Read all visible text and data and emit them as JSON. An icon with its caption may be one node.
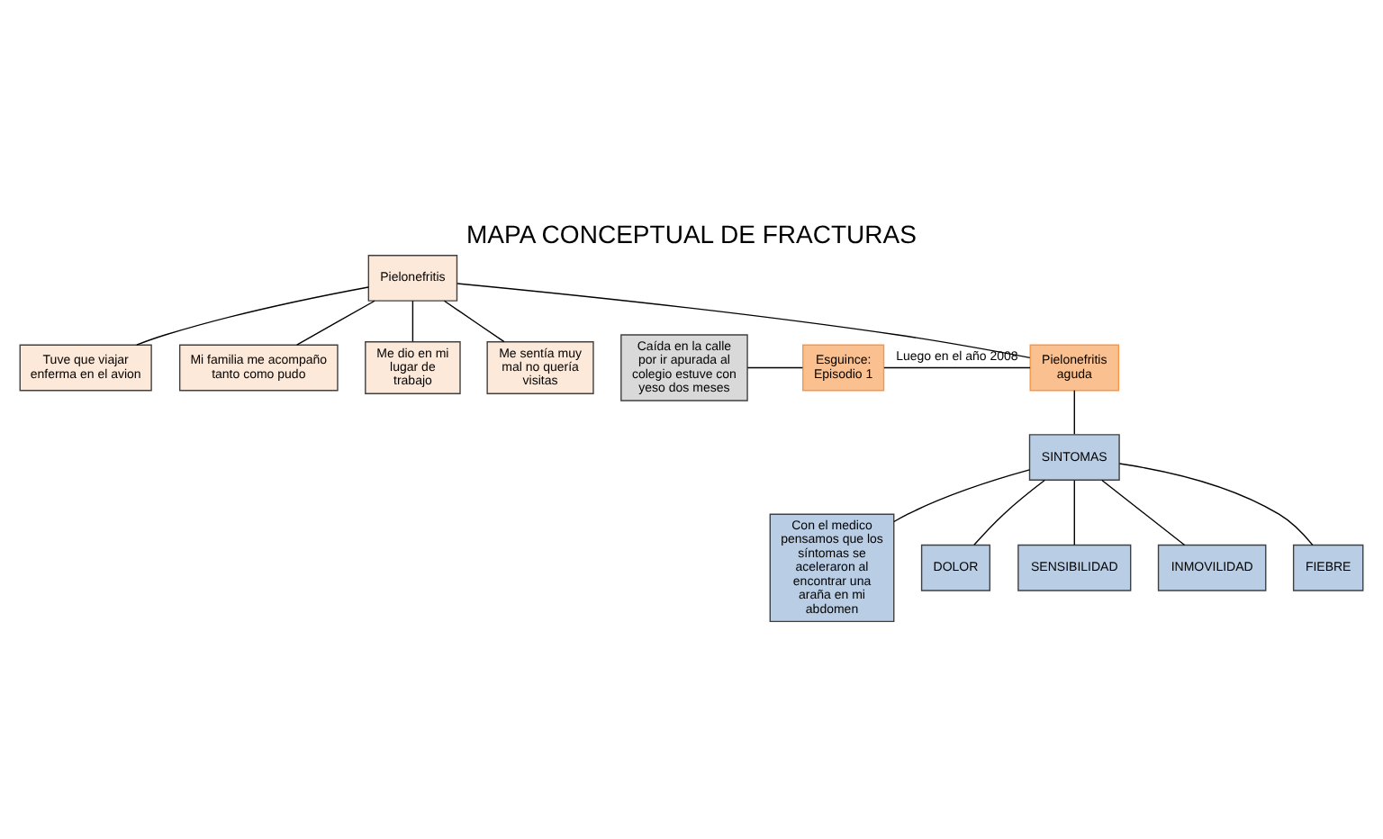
{
  "diagram": {
    "title": "MAPA CONCEPTUAL DE FRACTURAS",
    "nodes": [
      {
        "text": [
          "Tuve que viajar enferma en el avion"
        ]
      },
      {
        "text": [
          "Mi familia me acompaño tanto como pudo"
        ]
      },
      {
        "text": [
          "Me dio en mi lugar de trabajo"
        ]
      },
      {
        "text": [
          "Me sentía muy mal no quería visitas"
        ]
      },
      {
        "text": [
          "Pielonefritis"
        ]
      },
      {
        "text": [
          "Caída en la calle por ir apurada al colegio estuve con yeso dos meses"
        ]
      },
      {
        "text": [
          "Esguince: Episodio 1"
        ]
      },
      {
        "text": [
          "Pielonefritis aguda"
        ]
      },
      {
        "text": [
          "Con el medico pensamos que los síntomas se aceleraron al encontrar una araña en mi abdomen"
        ]
      },
      {
        "text": [
          "SINTOMAS"
        ]
      },
      {
        "text": [
          "DOLOR"
        ]
      },
      {
        "text": [
          "SENSIBILIDAD"
        ]
      },
      {
        "text": [
          "INMOVILIDAD"
        ]
      },
      {
        "text": [
          "FIEBRE"
        ]
      }
    ],
    "edges": [
      {
        "from": 4,
        "to": 0,
        "arrow": "none"
      },
      {
        "from": 4,
        "to": 1,
        "arrow": "none"
      },
      {
        "from": 4,
        "to": 2,
        "arrow": "none"
      },
      {
        "from": 4,
        "to": 3,
        "arrow": "none"
      },
      {
        "from": 5,
        "to": 6,
        "arrow": "none"
      },
      {
        "from": 6,
        "to": 7,
        "arrow": "none",
        "label": "Luego en el año 2008"
      },
      {
        "from": 4,
        "to": 7,
        "arrow": "none"
      },
      {
        "from": 7,
        "to": 9,
        "arrow": "none"
      },
      {
        "from": 9,
        "to": 10,
        "arrow": "none"
      },
      {
        "from": 9,
        "to": 11,
        "arrow": "none"
      },
      {
        "from": 9,
        "to": 12,
        "arrow": "none"
      },
      {
        "from": 9,
        "to": 13,
        "arrow": "none"
      },
      {
        "from": 9,
        "to": 8,
        "arrow": "none"
      }
    ]
  }
}
